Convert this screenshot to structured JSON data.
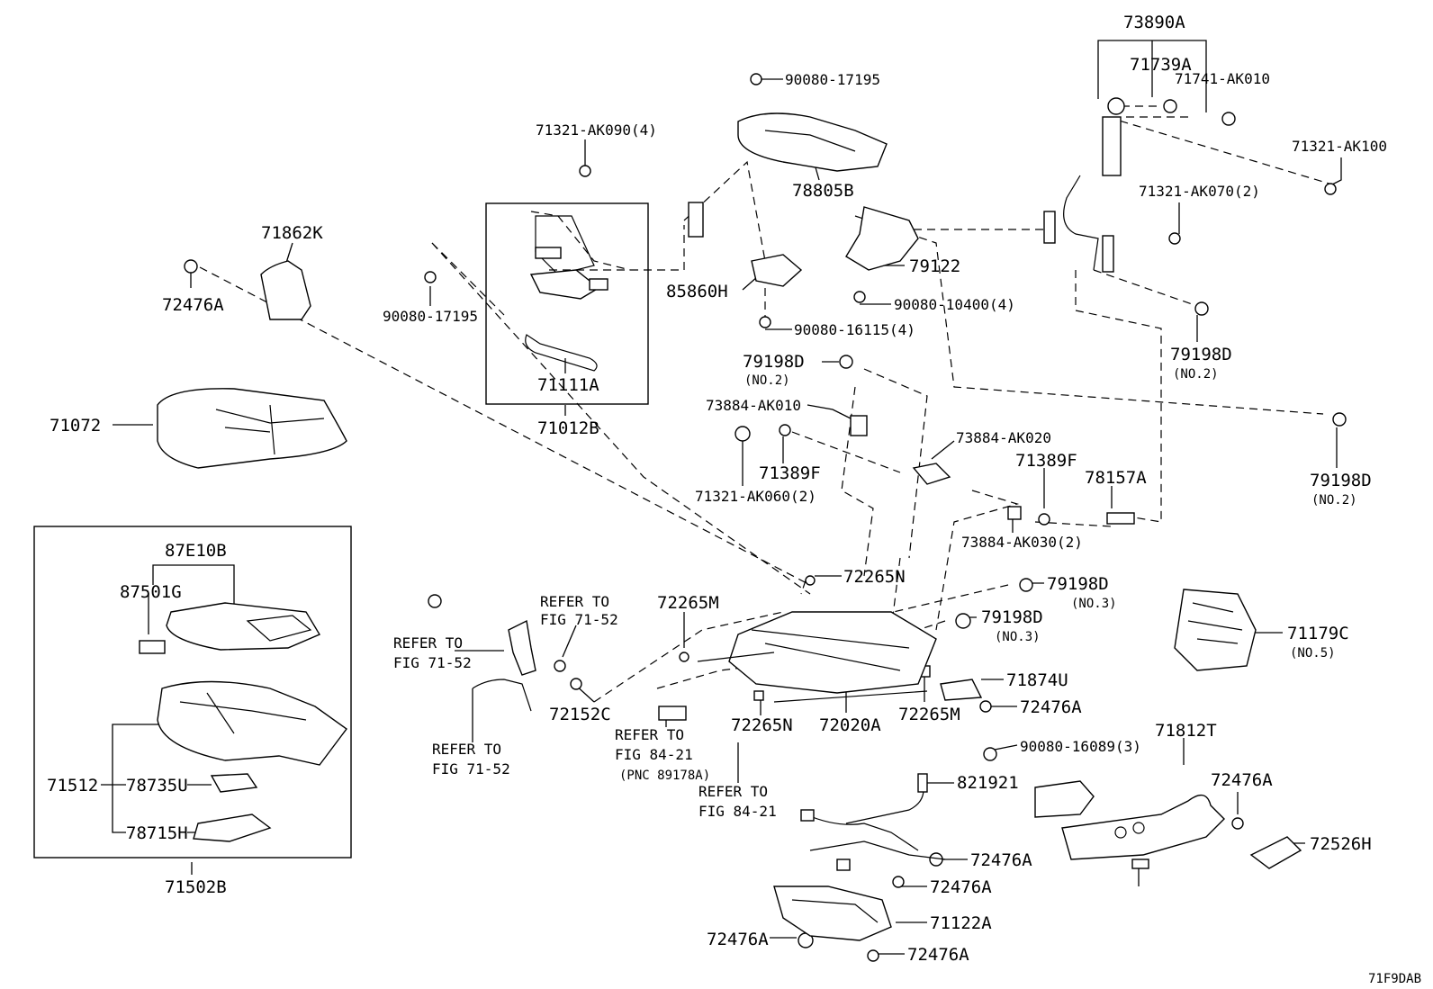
{
  "diagram_code": "71F9DAB",
  "callouts": {
    "p73890A": "73890A",
    "p71739A": "71739A",
    "p71741AK010": "71741-AK010",
    "p90080_17195_top": "90080-17195",
    "p71321AK090": "71321-AK090(4)",
    "p71321AK100": "71321-AK100",
    "p78805B": "78805B",
    "p71321AK070": "71321-AK070(2)",
    "p71862K": "71862K",
    "p79122": "79122",
    "p85860H": "85860H",
    "p90080_10400": "90080-10400(4)",
    "p72476A_left": "72476A",
    "p90080_17195_left": "90080-17195",
    "p90080_16115": "90080-16115(4)",
    "p79198D_a": "79198D",
    "p79198D_a_note": "(NO.2)",
    "p79198D_b": "79198D",
    "p79198D_b_note": "(NO.2)",
    "p71111A": "71111A",
    "p73884AK010": "73884-AK010",
    "p71072": "71072",
    "p71012B": "71012B",
    "p73884AK020": "73884-AK020",
    "p71389F_a": "71389F",
    "p71389F_b": "71389F",
    "p78157A": "78157A",
    "p79198D_c": "79198D",
    "p79198D_c_note": "(NO.2)",
    "p71321AK060": "71321-AK060(2)",
    "p73884AK030": "73884-AK030(2)",
    "p87E10B": "87E10B",
    "p87501G": "87501G",
    "p72265N_a": "72265N",
    "p79198D_d": "79198D",
    "p79198D_d_note": "(NO.3)",
    "p79198D_e": "79198D",
    "p79198D_e_note": "(NO.3)",
    "p72265M_a": "72265M",
    "p71179C": "71179C",
    "p71179C_note": "(NO.5)",
    "p71874U": "71874U",
    "p72476A_b": "72476A",
    "p72152C": "72152C",
    "p72265N_b": "72265N",
    "p72020A": "72020A",
    "p72265M_b": "72265M",
    "p90080_16089": "90080-16089(3)",
    "p71812T": "71812T",
    "p71512": "71512",
    "p78735U": "78735U",
    "p82192I": "821921",
    "p72476A_c": "72476A",
    "p78715H": "78715H",
    "p72526H": "72526H",
    "p72476A_d": "72476A",
    "p71502B": "71502B",
    "p72476A_e": "72476A",
    "p71122A": "71122A",
    "p72476A_f": "72476A",
    "p72476A_g": "72476A"
  },
  "references": {
    "ref1_line1": "REFER TO",
    "ref1_line2": "FIG 71-52",
    "ref2_line1": "REFER TO",
    "ref2_line2": "FIG 71-52",
    "ref3_line1": "REFER TO",
    "ref3_line2": "FIG 71-52",
    "ref4_line1": "REFER TO",
    "ref4_line2": "FIG 84-21",
    "ref4_line3": "(PNC 89178A)",
    "ref5_line1": "REFER TO",
    "ref5_line2": "FIG 84-21"
  }
}
